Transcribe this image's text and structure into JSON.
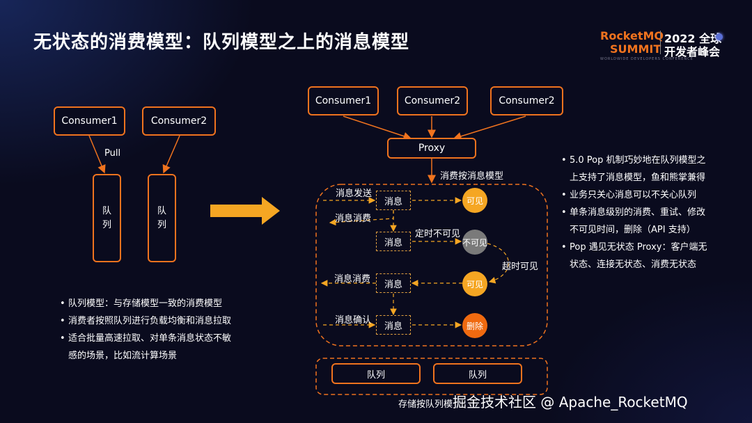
{
  "title": "无状态的消费模型：队列模型之上的消息模型",
  "logo": {
    "rocketmq": "RocketMQ",
    "summit": "SUMMIT",
    "year_global": "2022 全球",
    "developer_conf": "开发者峰会",
    "tagline": "WORLDWIDE DEVELOPERS CONFERENCE"
  },
  "left_diagram": {
    "consumer1": "Consumer1",
    "consumer2": "Consumer2",
    "pull_label": "Pull",
    "queue1": [
      "队",
      "列"
    ],
    "queue2": [
      "队",
      "列"
    ]
  },
  "left_bullets": [
    "队列模型：与存储模型一致的消费模型",
    "消费者按照队列进行负载均衡和消息拉取",
    "适合批量高速拉取、对单条消息状态不敏",
    "感的场景，比如流计算场景"
  ],
  "right_diagram": {
    "consumers": [
      "Consumer1",
      "Consumer2",
      "Consumer2"
    ],
    "proxy": "Proxy",
    "message_model_label": "消费按消息模型",
    "messages": [
      "消息",
      "消息",
      "消息",
      "消息"
    ],
    "labels": {
      "send": "消息发送",
      "consume1": "消息消费",
      "timed_invisible": "定时不可见",
      "timeout_visible": "超时可见",
      "consume2": "消息消费",
      "ack": "消息确认"
    },
    "states": {
      "visible1": "可见",
      "invisible": "不可见",
      "visible2": "可见",
      "deleted": "删除"
    },
    "queues": [
      "队列",
      "队列"
    ],
    "storage_label": "存储按队列模"
  },
  "right_bullets": [
    "5.0 Pop 机制巧妙地在队列模型之",
    "上支持了消息模型，鱼和熊掌兼得",
    "业务只关心消息可以不关心队列",
    "单条消息级别的消费、重试、修改",
    "不可见时间，删除（API 支持）",
    "Pop 遇见无状态 Proxy：客户端无",
    "状态、连接无状态、消费无状态"
  ],
  "watermark": "掘金技术社区 @ Apache_RocketMQ",
  "colors": {
    "accent": "#f0731e",
    "visible": "#f5a623",
    "invisible": "#7a7a7a",
    "delete": "#f06a10",
    "background": "#0a0b1e"
  }
}
